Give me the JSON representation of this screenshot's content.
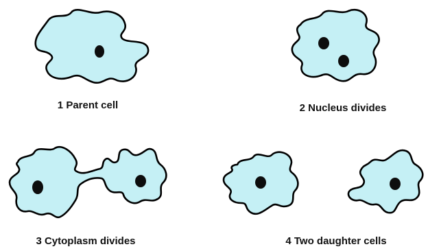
{
  "stages": [
    {
      "number": "1",
      "caption": "1 Parent cell"
    },
    {
      "number": "2",
      "caption": "2 Nucleus divides"
    },
    {
      "number": "3",
      "caption": "3 Cytoplasm divides"
    },
    {
      "number": "4",
      "caption": "4 Two daughter cells"
    }
  ],
  "colors": {
    "cytoplasm": "#c5f0f5",
    "outline": "#000000",
    "nucleus": "#0d0d0d"
  }
}
